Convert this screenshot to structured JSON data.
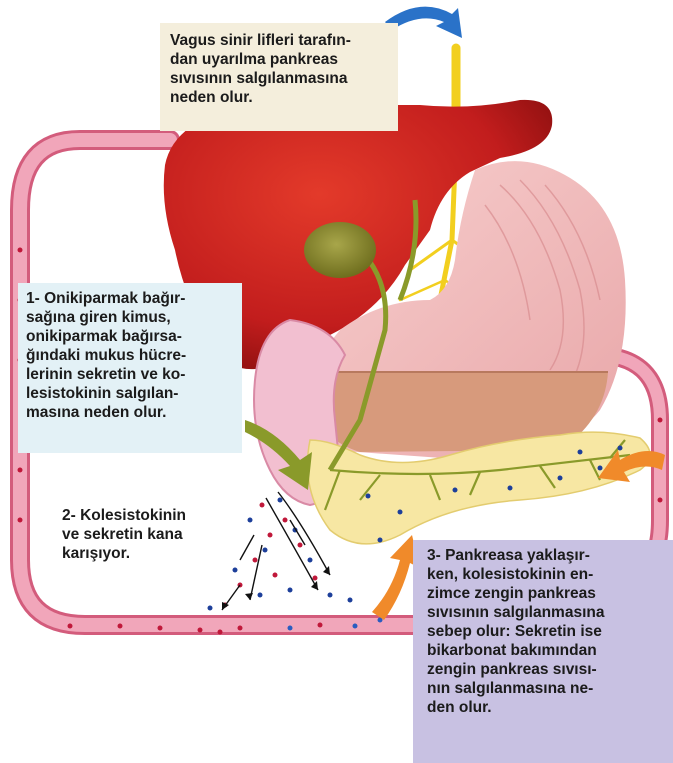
{
  "captions": {
    "vagus": [
      "Vagus sinir lifleri tarafın-",
      "dan uyarılma pankreas",
      "sıvısının salgılanmasına",
      "neden olur."
    ],
    "step1": [
      "1- Onikiparmak bağır-",
      "sağına giren kimus,",
      "onikiparmak bağırsa-",
      "ğındaki mukus hücre-",
      "lerinin sekretin ve ko-",
      "lesistokinin salgılan-",
      "masına neden olur."
    ],
    "step2": [
      "2- Kolesistokinin",
      "ve sekretin kana",
      "karışıyor."
    ],
    "step3": [
      "3- Pankreasa yaklaşır-",
      "ken, kolesistokinin en-",
      "zimce zengin pankreas",
      "sıvısının salgılanmasına",
      "sebep olur: Sekretin ise",
      "bikarbonat bakımından",
      "zengin pankreas sıvısı-",
      "nın salgılanmasına ne-",
      "den olur."
    ]
  },
  "colors": {
    "blood_vessel": "#e3738f",
    "liver": "#c42020",
    "stomach": "#f1b7b7",
    "pancreas": "#f7e7a3",
    "nerve": "#f2cf1f",
    "bile_duct": "#8a9a2a",
    "arrow_blue": "#2a72c8",
    "arrow_orange": "#f08a2a"
  }
}
